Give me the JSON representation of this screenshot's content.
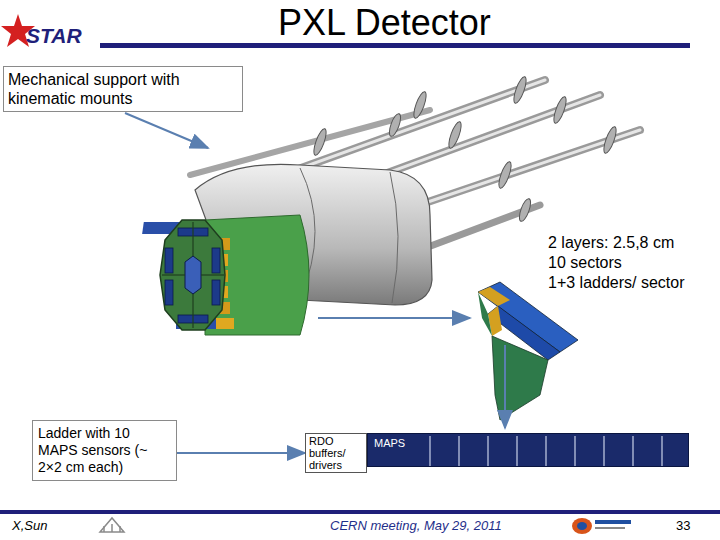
{
  "diagram": {
    "title": "PXL Detector",
    "nodes": [
      {
        "text": [
          "Mechanical support with kinematic mounts"
        ]
      },
      {
        "text": [
          "Ladder with 10 MAPS sensors (~ 2×2 cm each)"
        ]
      },
      {
        "text": [
          "RDO buffers/ drivers"
        ]
      },
      {
        "text": [
          "MAPS"
        ]
      }
    ],
    "edges": [
      {
        "from": 1,
        "to": 2,
        "arrow": "to"
      }
    ],
    "labels": [
      "STAR",
      "2 layers: 2.5,8 cm",
      "10 sectors",
      "1+3 ladders/ sector",
      "X,Sun",
      "CERN meeting, May 29, 2011",
      "33"
    ]
  }
}
